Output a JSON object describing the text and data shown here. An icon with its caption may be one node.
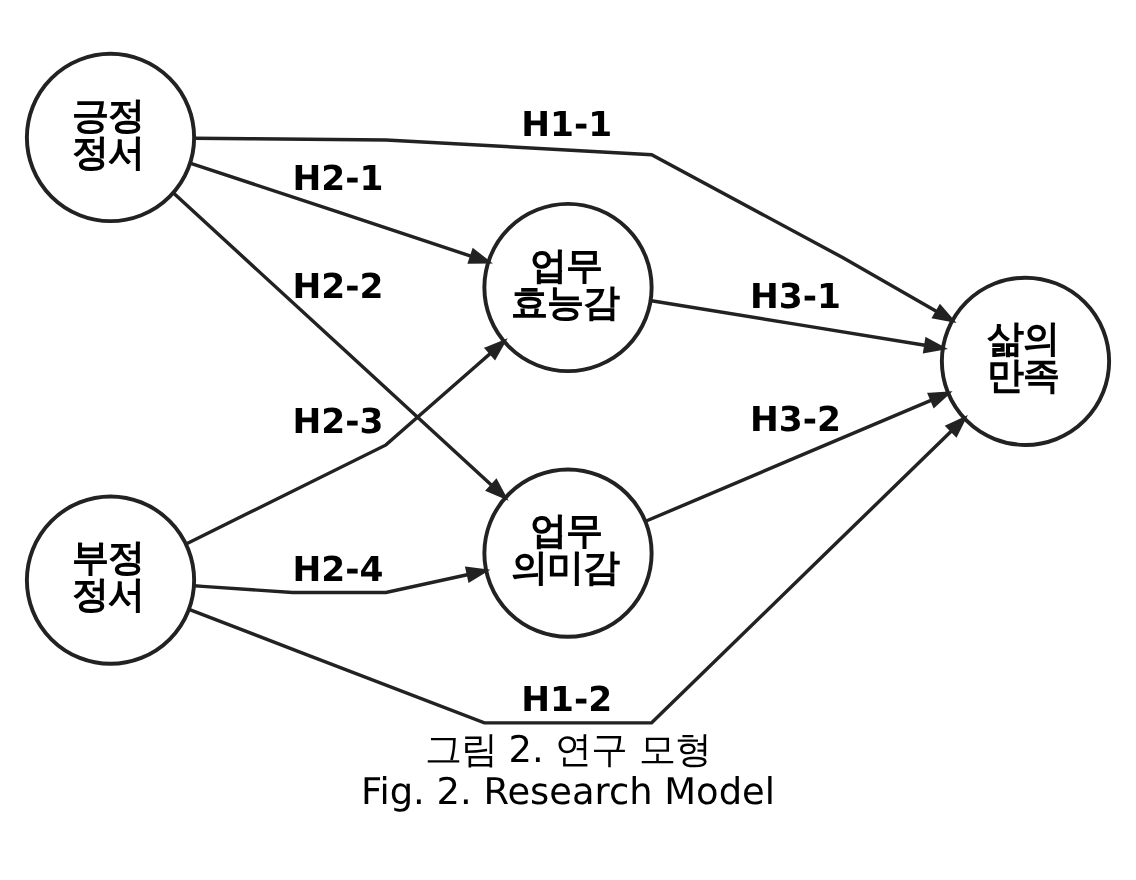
{
  "diagram": {
    "caption": "그림 2. 연구 모형 Fig. 2. Research Model",
    "nodes": [
      {
        "text": [
          "긍정 정서"
        ]
      },
      {
        "text": [
          "부정 정서"
        ]
      },
      {
        "text": [
          "업무 효능감"
        ]
      },
      {
        "text": [
          "업무 의미감"
        ]
      },
      {
        "text": [
          "삶의 만족"
        ]
      }
    ],
    "edges": [
      {
        "from": 0,
        "to": 4,
        "arrow": "to",
        "label": "H1-1"
      },
      {
        "from": 0,
        "to": 2,
        "arrow": "to",
        "label": "H2-1"
      },
      {
        "from": 0,
        "to": 3,
        "arrow": "to",
        "label": "H2-2"
      },
      {
        "from": 1,
        "to": 2,
        "arrow": "to",
        "label": "H2-3"
      },
      {
        "from": 1,
        "to": 3,
        "arrow": "to",
        "label": "H2-4"
      },
      {
        "from": 2,
        "to": 4,
        "arrow": "to",
        "label": "H3-1"
      },
      {
        "from": 3,
        "to": 4,
        "arrow": "to",
        "label": "H3-2"
      },
      {
        "from": 1,
        "to": 4,
        "arrow": "to",
        "label": "H1-2"
      }
    ]
  }
}
